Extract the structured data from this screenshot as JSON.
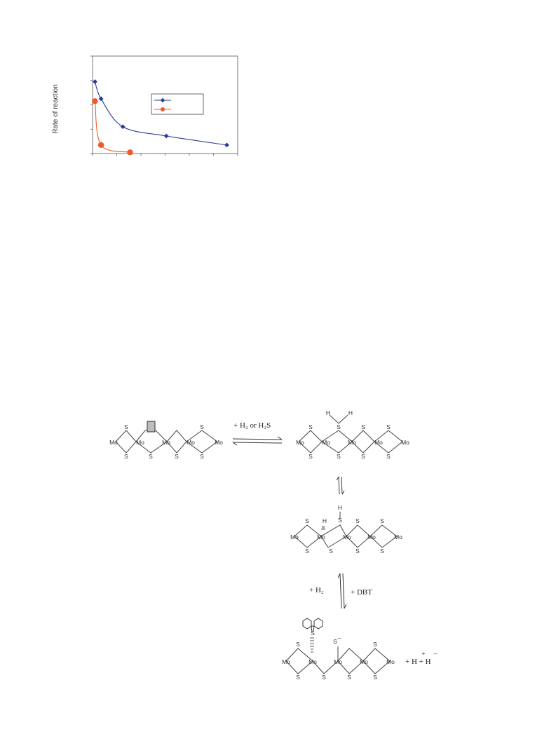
{
  "chart_data": {
    "type": "line",
    "title": "",
    "xlabel": "",
    "ylabel": "Rate of reaction",
    "xlim": [
      0,
      6
    ],
    "ylim": [
      0,
      4
    ],
    "x_tick_count": 7,
    "y_tick_count": 5,
    "grid": false,
    "legend": "middle-right",
    "series": [
      {
        "color": "#2b3a96",
        "marker": "diamond",
        "x": [
          0.1,
          0.35,
          1.25,
          3.05,
          5.55
        ],
        "y": [
          2.95,
          2.25,
          1.1,
          0.72,
          0.35
        ]
      },
      {
        "color": "#f05a28",
        "marker": "circle",
        "x": [
          0.1,
          0.35,
          1.55
        ],
        "y": [
          2.15,
          0.35,
          0.05
        ]
      }
    ]
  },
  "scheme": {
    "atoms": {
      "s": "S",
      "mo": "Mo",
      "h": "H"
    },
    "reagent_h2_or_h2s": "+ H₂ or H₂S",
    "reagent_h2": "+ H₂",
    "reagent_dbt": "+ DBT",
    "charge_minus": "–",
    "charge_plus": "+",
    "products": "+ H + H"
  }
}
